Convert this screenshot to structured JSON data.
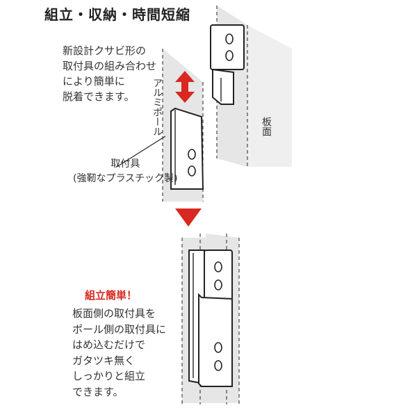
{
  "title": "組立・収納・時間短縮",
  "description_lines": [
    "新設計クサビ形の",
    "取付具の組み合わせ",
    "により簡単に",
    "脱着できます。"
  ],
  "pole_label": "アルミポール",
  "board_label": "板面",
  "bracket_label_lines": [
    "取付具",
    "(強靭なプラスチック製)"
  ],
  "easy_heading": "組立簡単！",
  "easy_lines": [
    "板面側の取付具を",
    "ポール側の取付具に",
    "はめ込むだけで",
    "ガタツキ無く",
    "しっかりと組立",
    "できます。"
  ],
  "colors": {
    "accent_red": "#d8281f",
    "panel_gray": "#e6e6e6",
    "line": "#222222"
  },
  "icons": [
    "double-arrow-icon",
    "down-triangle-icon"
  ]
}
